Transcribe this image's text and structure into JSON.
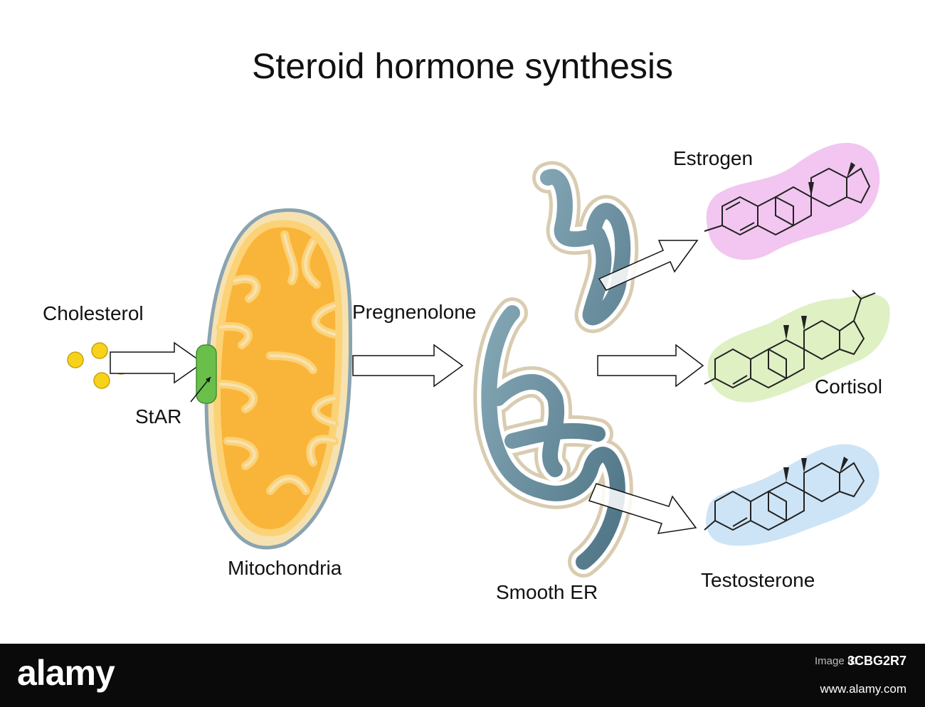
{
  "title": "Steroid hormone synthesis",
  "labels": {
    "cholesterol": "Cholesterol",
    "star": "StAR",
    "mitochondria": "Mitochondria",
    "pregnenolone": "Pregnenolone",
    "smooth_er": "Smooth ER",
    "estrogen": "Estrogen",
    "cortisol": "Cortisol",
    "testosterone": "Testosterone"
  },
  "colors": {
    "mito_outer": "#f6e2b0",
    "mito_matrix": "#f9b53a",
    "mito_inner": "#fcd277",
    "er_membrane": "#d9ccb1",
    "er_lumen": "#5f8596",
    "star_protein": "#6abf4b",
    "cholesterol": "#f7d21a",
    "estrogen_bg": "#f2c6f0",
    "cortisol_bg": "#dff0c3",
    "testosterone_bg": "#cde4f6"
  },
  "footer": {
    "logo": "alamy",
    "image_id_label": "Image ID:",
    "image_id": "3CBG2R7",
    "url": "www.alamy.com"
  }
}
